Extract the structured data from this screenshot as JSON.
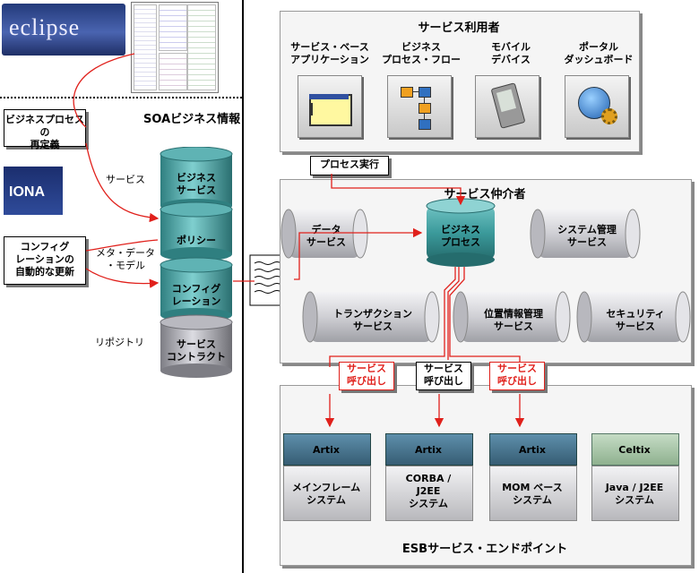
{
  "left": {
    "eclipse_logo": "eclipse",
    "iona_logo": "IONA",
    "soa_title": "SOAビジネス情報",
    "redefine_box": "ビジネスプロセスの\n再定義",
    "auto_update_box": "コンフィグ\nレーションの\n自動的な更新",
    "label_service": "サービス",
    "label_metadata": "メタ・データ\n・モデル",
    "label_repository": "リポジトリ",
    "stack": [
      {
        "label": "ビジネス\nサービス",
        "color": "#3f9e9e"
      },
      {
        "label": "ポリシー",
        "color": "#3f9e9e"
      },
      {
        "label": "コンフィグ\nレーション",
        "color": "#3f9e9e"
      },
      {
        "label": "サービス\nコントラクト",
        "color": "#9a9aa0"
      }
    ]
  },
  "consumers": {
    "title": "サービス利用者",
    "items": [
      {
        "label": "サービス・ベース\nアプリケーション",
        "icon": "application-window-icon"
      },
      {
        "label": "ビジネス\nプロセス・フロー",
        "icon": "process-flow-icon"
      },
      {
        "label": "モバイル\nデバイス",
        "icon": "pda-icon"
      },
      {
        "label": "ポータル\nダッシュボード",
        "icon": "globe-gear-icon"
      }
    ]
  },
  "process_exec": "プロセス実行",
  "broker": {
    "title": "サービス仲介者",
    "services": [
      {
        "id": "data",
        "label": "データ\nサービス"
      },
      {
        "id": "bp",
        "label": "ビジネス\nプロセス"
      },
      {
        "id": "sysmgmt",
        "label": "システム管理\nサービス"
      },
      {
        "id": "tx",
        "label": "トランザクション\nサービス"
      },
      {
        "id": "loc",
        "label": "位置情報管理\nサービス"
      },
      {
        "id": "sec",
        "label": "セキュリティ\nサービス"
      }
    ]
  },
  "calls": [
    {
      "label": "サービス\n呼び出し",
      "color": "#e0201b"
    },
    {
      "label": "サービス\n呼び出し",
      "color": "#000000"
    },
    {
      "label": "サービス\n呼び出し",
      "color": "#e0201b"
    }
  ],
  "endpoints": {
    "title": "ESBサービス・エンドポイント",
    "items": [
      {
        "top": "Artix",
        "bottom": "メインフレーム\nシステム",
        "top_color": "#3f6f8a"
      },
      {
        "top": "Artix",
        "bottom": "CORBA /\nJ2EE\nシステム",
        "top_color": "#3f6f8a"
      },
      {
        "top": "Artix",
        "bottom": "MOM ベース\nシステム",
        "top_color": "#3f6f8a"
      },
      {
        "top": "Celtix",
        "bottom": "Java / J2EE\nシステム",
        "top_color": "#9bbd9b"
      }
    ]
  },
  "colors": {
    "accent_red": "#e0201b",
    "teal": "#3f9e9e"
  }
}
